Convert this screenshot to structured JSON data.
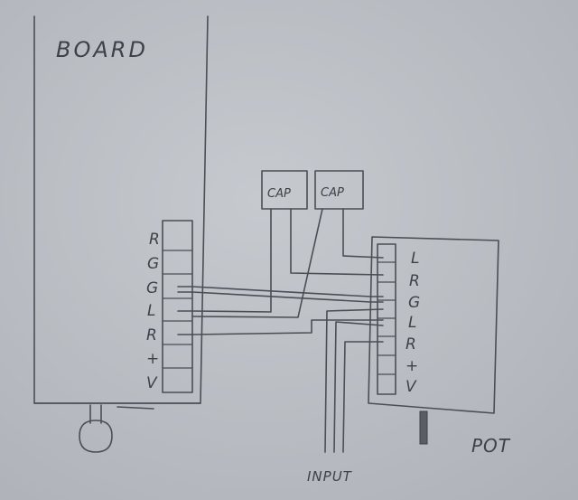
{
  "board": {
    "title": "BOARD",
    "pin_labels": [
      "R",
      "G",
      "G",
      "L",
      "R",
      "+",
      "V"
    ]
  },
  "caps": [
    {
      "label": "CAP"
    },
    {
      "label": "CAP"
    }
  ],
  "pot": {
    "title": "POT",
    "pin_labels": [
      "L",
      "R",
      "G",
      "L",
      "R",
      "+",
      "V"
    ]
  },
  "input": {
    "label": "INPUT"
  },
  "colors": {
    "paper": "#bcc0c5",
    "ink": "#4a4e55"
  }
}
